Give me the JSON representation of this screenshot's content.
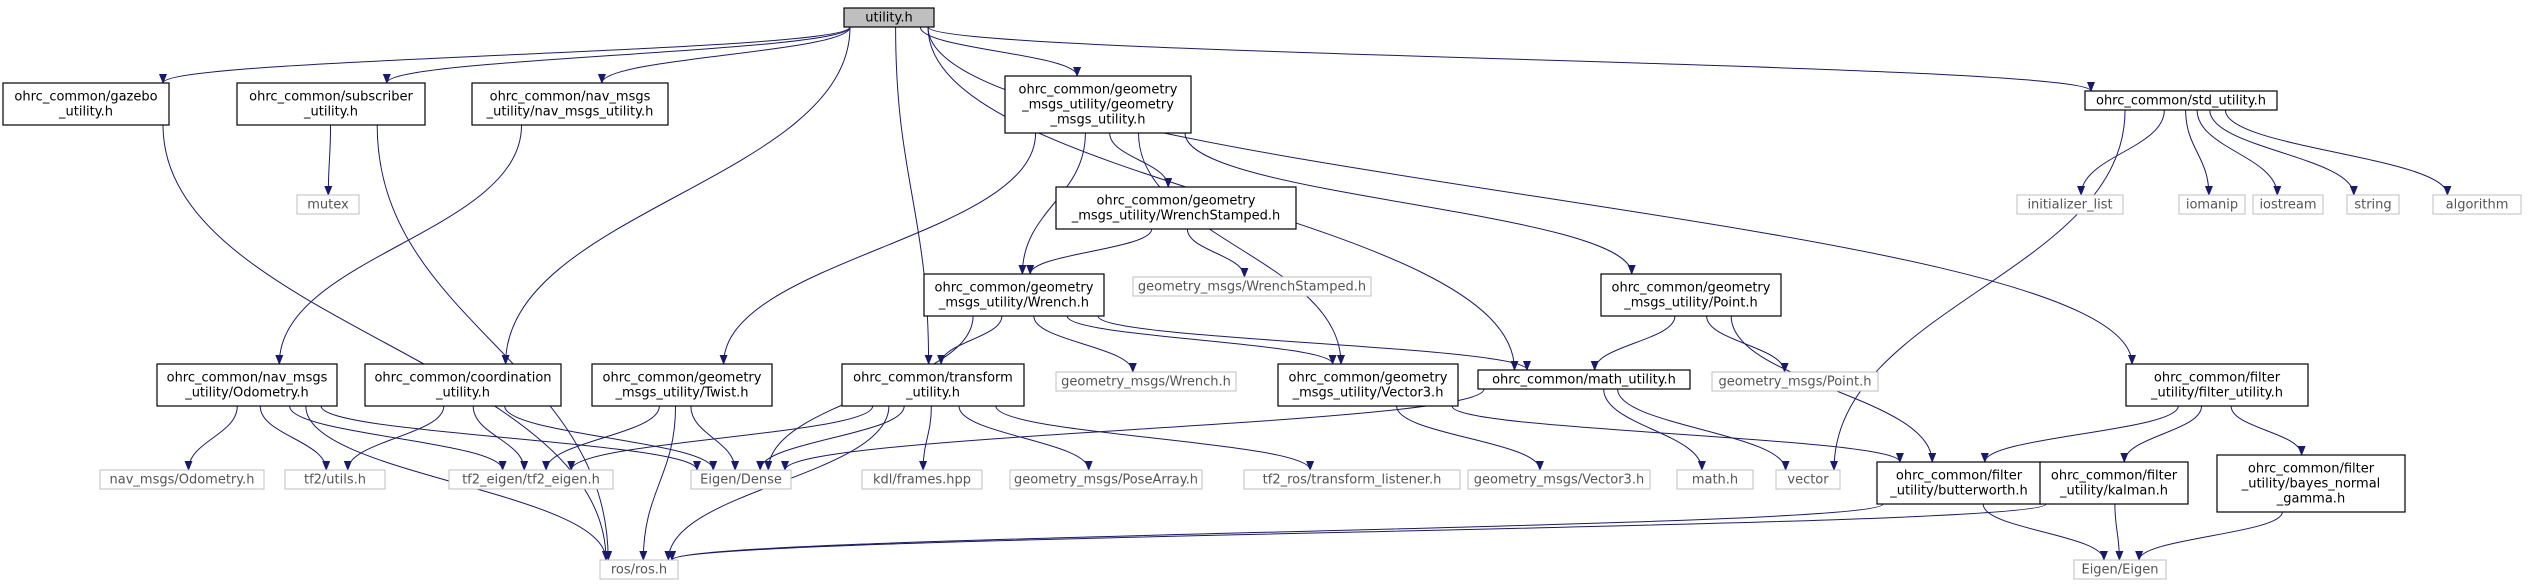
{
  "graph": {
    "nodes": [
      {
        "id": "utility",
        "kind": "root",
        "lines": [
          "utility.h"
        ]
      },
      {
        "id": "gazebo",
        "kind": "int",
        "lines": [
          "ohrc_common/gazebo",
          "_utility.h"
        ]
      },
      {
        "id": "subscriber",
        "kind": "int",
        "lines": [
          "ohrc_common/subscriber",
          "_utility.h"
        ]
      },
      {
        "id": "navmsgs",
        "kind": "int",
        "lines": [
          "ohrc_common/nav_msgs",
          "_utility/nav_msgs_utility.h"
        ]
      },
      {
        "id": "geomsgs",
        "kind": "int",
        "lines": [
          "ohrc_common/geometry",
          "_msgs_utility/geometry",
          "_msgs_utility.h"
        ]
      },
      {
        "id": "stdutil",
        "kind": "int",
        "lines": [
          "ohrc_common/std_utility.h"
        ]
      },
      {
        "id": "mutex",
        "kind": "ext",
        "lines": [
          "mutex"
        ]
      },
      {
        "id": "wrenchstamped",
        "kind": "int",
        "lines": [
          "ohrc_common/geometry",
          "_msgs_utility/WrenchStamped.h"
        ]
      },
      {
        "id": "gm_wrenchstamped",
        "kind": "ext",
        "lines": [
          "geometry_msgs/WrenchStamped.h"
        ]
      },
      {
        "id": "wrench",
        "kind": "int",
        "lines": [
          "ohrc_common/geometry",
          "_msgs_utility/Wrench.h"
        ]
      },
      {
        "id": "point",
        "kind": "int",
        "lines": [
          "ohrc_common/geometry",
          "_msgs_utility/Point.h"
        ]
      },
      {
        "id": "initlist",
        "kind": "ext",
        "lines": [
          "initializer_list"
        ]
      },
      {
        "id": "iomanip",
        "kind": "ext",
        "lines": [
          "iomanip"
        ]
      },
      {
        "id": "iostream",
        "kind": "ext",
        "lines": [
          "iostream"
        ]
      },
      {
        "id": "string",
        "kind": "ext",
        "lines": [
          "string"
        ]
      },
      {
        "id": "algorithm",
        "kind": "ext",
        "lines": [
          "algorithm"
        ]
      },
      {
        "id": "odometry",
        "kind": "int",
        "lines": [
          "ohrc_common/nav_msgs",
          "_utility/Odometry.h"
        ]
      },
      {
        "id": "coordination",
        "kind": "int",
        "lines": [
          "ohrc_common/coordination",
          "_utility.h"
        ]
      },
      {
        "id": "twist",
        "kind": "int",
        "lines": [
          "ohrc_common/geometry",
          "_msgs_utility/Twist.h"
        ]
      },
      {
        "id": "transform",
        "kind": "int",
        "lines": [
          "ohrc_common/transform",
          "_utility.h"
        ]
      },
      {
        "id": "gm_wrench",
        "kind": "ext",
        "lines": [
          "geometry_msgs/Wrench.h"
        ]
      },
      {
        "id": "vector3",
        "kind": "int",
        "lines": [
          "ohrc_common/geometry",
          "_msgs_utility/Vector3.h"
        ]
      },
      {
        "id": "mathutil",
        "kind": "int",
        "lines": [
          "ohrc_common/math_utility.h"
        ]
      },
      {
        "id": "gm_point",
        "kind": "ext",
        "lines": [
          "geometry_msgs/Point.h"
        ]
      },
      {
        "id": "filterutil",
        "kind": "int",
        "lines": [
          "ohrc_common/filter",
          "_utility/filter_utility.h"
        ]
      },
      {
        "id": "nav_odometry",
        "kind": "ext",
        "lines": [
          "nav_msgs/Odometry.h"
        ]
      },
      {
        "id": "tf2utils",
        "kind": "ext",
        "lines": [
          "tf2/utils.h"
        ]
      },
      {
        "id": "tf2eigen",
        "kind": "ext",
        "lines": [
          "tf2_eigen/tf2_eigen.h"
        ]
      },
      {
        "id": "eigendense",
        "kind": "ext",
        "lines": [
          "Eigen/Dense"
        ]
      },
      {
        "id": "kdlframes",
        "kind": "ext",
        "lines": [
          "kdl/frames.hpp"
        ]
      },
      {
        "id": "gm_posearray",
        "kind": "ext",
        "lines": [
          "geometry_msgs/PoseArray.h"
        ]
      },
      {
        "id": "tf2ros",
        "kind": "ext",
        "lines": [
          "tf2_ros/transform_listener.h"
        ]
      },
      {
        "id": "gm_vector3",
        "kind": "ext",
        "lines": [
          "geometry_msgs/Vector3.h"
        ]
      },
      {
        "id": "mathh",
        "kind": "ext",
        "lines": [
          "math.h"
        ]
      },
      {
        "id": "vector",
        "kind": "ext",
        "lines": [
          "vector"
        ]
      },
      {
        "id": "butterworth",
        "kind": "int",
        "lines": [
          "ohrc_common/filter",
          "_utility/butterworth.h"
        ]
      },
      {
        "id": "kalman",
        "kind": "int",
        "lines": [
          "ohrc_common/filter",
          "_utility/kalman.h"
        ]
      },
      {
        "id": "bayes",
        "kind": "int",
        "lines": [
          "ohrc_common/filter",
          "_utility/bayes_normal",
          "_gamma.h"
        ]
      },
      {
        "id": "rosh",
        "kind": "ext",
        "lines": [
          "ros/ros.h"
        ]
      },
      {
        "id": "eigeneigen",
        "kind": "ext",
        "lines": [
          "Eigen/Eigen"
        ]
      }
    ],
    "edges": [
      [
        "utility",
        "gazebo"
      ],
      [
        "utility",
        "subscriber"
      ],
      [
        "utility",
        "navmsgs"
      ],
      [
        "utility",
        "geomsgs"
      ],
      [
        "utility",
        "stdutil"
      ],
      [
        "utility",
        "coordination"
      ],
      [
        "utility",
        "transform"
      ],
      [
        "utility",
        "mathutil"
      ],
      [
        "utility",
        "filterutil"
      ],
      [
        "gazebo",
        "rosh"
      ],
      [
        "subscriber",
        "mutex"
      ],
      [
        "subscriber",
        "rosh"
      ],
      [
        "navmsgs",
        "odometry"
      ],
      [
        "geomsgs",
        "wrenchstamped"
      ],
      [
        "geomsgs",
        "wrench"
      ],
      [
        "geomsgs",
        "twist"
      ],
      [
        "geomsgs",
        "vector3"
      ],
      [
        "geomsgs",
        "point"
      ],
      [
        "wrenchstamped",
        "gm_wrenchstamped"
      ],
      [
        "wrenchstamped",
        "wrench"
      ],
      [
        "wrench",
        "gm_wrench"
      ],
      [
        "wrench",
        "vector3"
      ],
      [
        "wrench",
        "mathutil"
      ],
      [
        "wrench",
        "transform"
      ],
      [
        "wrench",
        "eigendense"
      ],
      [
        "point",
        "gm_point"
      ],
      [
        "point",
        "mathutil"
      ],
      [
        "point",
        "butterworth"
      ],
      [
        "stdutil",
        "initlist"
      ],
      [
        "stdutil",
        "iomanip"
      ],
      [
        "stdutil",
        "iostream"
      ],
      [
        "stdutil",
        "string"
      ],
      [
        "stdutil",
        "algorithm"
      ],
      [
        "stdutil",
        "vector"
      ],
      [
        "odometry",
        "nav_odometry"
      ],
      [
        "odometry",
        "tf2utils"
      ],
      [
        "odometry",
        "tf2eigen"
      ],
      [
        "odometry",
        "eigendense"
      ],
      [
        "odometry",
        "rosh"
      ],
      [
        "coordination",
        "tf2utils"
      ],
      [
        "coordination",
        "tf2eigen"
      ],
      [
        "coordination",
        "eigendense"
      ],
      [
        "twist",
        "tf2eigen"
      ],
      [
        "twist",
        "eigendense"
      ],
      [
        "twist",
        "rosh"
      ],
      [
        "transform",
        "tf2eigen"
      ],
      [
        "transform",
        "eigendense"
      ],
      [
        "transform",
        "kdlframes"
      ],
      [
        "transform",
        "gm_posearray"
      ],
      [
        "transform",
        "tf2ros"
      ],
      [
        "transform",
        "rosh"
      ],
      [
        "vector3",
        "gm_vector3"
      ],
      [
        "vector3",
        "butterworth"
      ],
      [
        "mathutil",
        "eigendense"
      ],
      [
        "mathutil",
        "mathh"
      ],
      [
        "mathutil",
        "vector"
      ],
      [
        "filterutil",
        "butterworth"
      ],
      [
        "filterutil",
        "kalman"
      ],
      [
        "filterutil",
        "bayes"
      ],
      [
        "butterworth",
        "eigeneigen"
      ],
      [
        "butterworth",
        "rosh"
      ],
      [
        "kalman",
        "eigeneigen"
      ],
      [
        "kalman",
        "rosh"
      ],
      [
        "bayes",
        "eigeneigen"
      ]
    ]
  }
}
